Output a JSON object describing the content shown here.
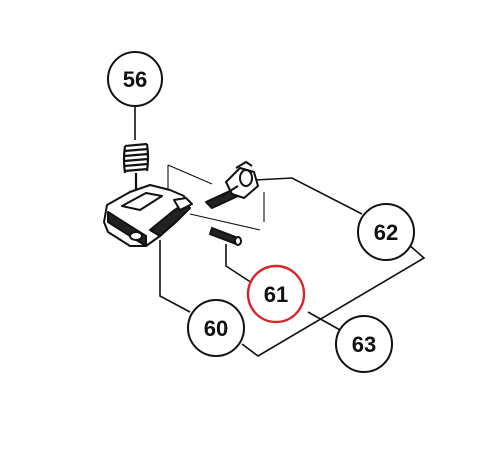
{
  "diagram": {
    "callouts": [
      {
        "id": "56",
        "label": "56",
        "highlighted": false
      },
      {
        "id": "62",
        "label": "62",
        "highlighted": false
      },
      {
        "id": "61",
        "label": "61",
        "highlighted": true
      },
      {
        "id": "60",
        "label": "60",
        "highlighted": false
      },
      {
        "id": "63",
        "label": "63",
        "highlighted": false
      }
    ],
    "colors": {
      "line": "#111111",
      "highlight": "#d9262b",
      "part_fill": "#ffffff",
      "part_shade": "#222222"
    }
  }
}
